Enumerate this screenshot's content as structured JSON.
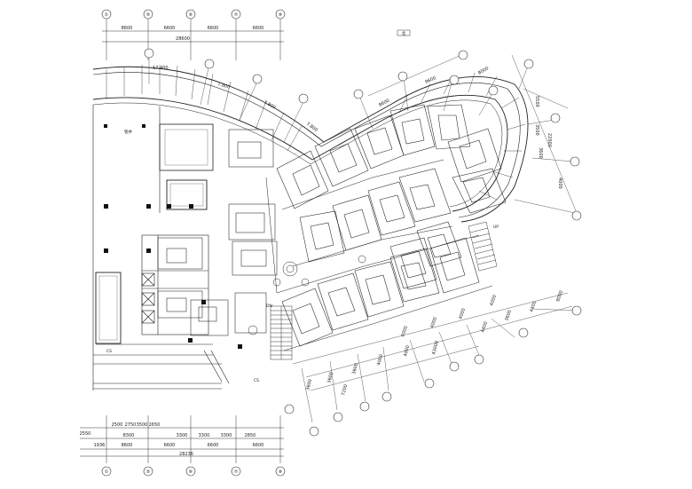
{
  "top_axes": [
    "①",
    "⑤",
    "⑥",
    "⑦",
    "⑧"
  ],
  "bottom_axes": [
    "①",
    "⑤",
    "⑥",
    "⑦",
    "⑧"
  ],
  "top_dims": [
    "8600",
    "6600",
    "6600",
    "6600"
  ],
  "top_total": "28600",
  "bottom_small_dims": [
    "2500",
    "2750",
    "3500",
    "2650"
  ],
  "bottom_dims_row1": [
    "8300",
    "3300",
    "3300",
    "3300",
    "2850"
  ],
  "bottom_dims_row2": [
    "1936",
    "8600",
    "6600",
    "6600",
    "6600"
  ],
  "bottom_total": "28236",
  "left_small_dim": "2550",
  "right_arc_dims": [
    "17.400",
    "7.800",
    "7.800",
    "7.800"
  ],
  "curve_dims": [
    "8600",
    "8600",
    "8000"
  ],
  "right_vertical_dims": [
    "5500",
    "3500",
    "3600",
    "4000",
    "22000"
  ],
  "lower_right_dims": [
    "4000",
    "4000",
    "4000",
    "4000",
    "4400",
    "3600",
    "4400",
    "8000"
  ],
  "lower_chain_dims": [
    "3600",
    "3600",
    "3600",
    "7200",
    "4000",
    "4000",
    "43000"
  ],
  "labels": [
    "管井",
    "CS",
    "CS",
    "DN",
    "UP"
  ],
  "north_label": "北"
}
